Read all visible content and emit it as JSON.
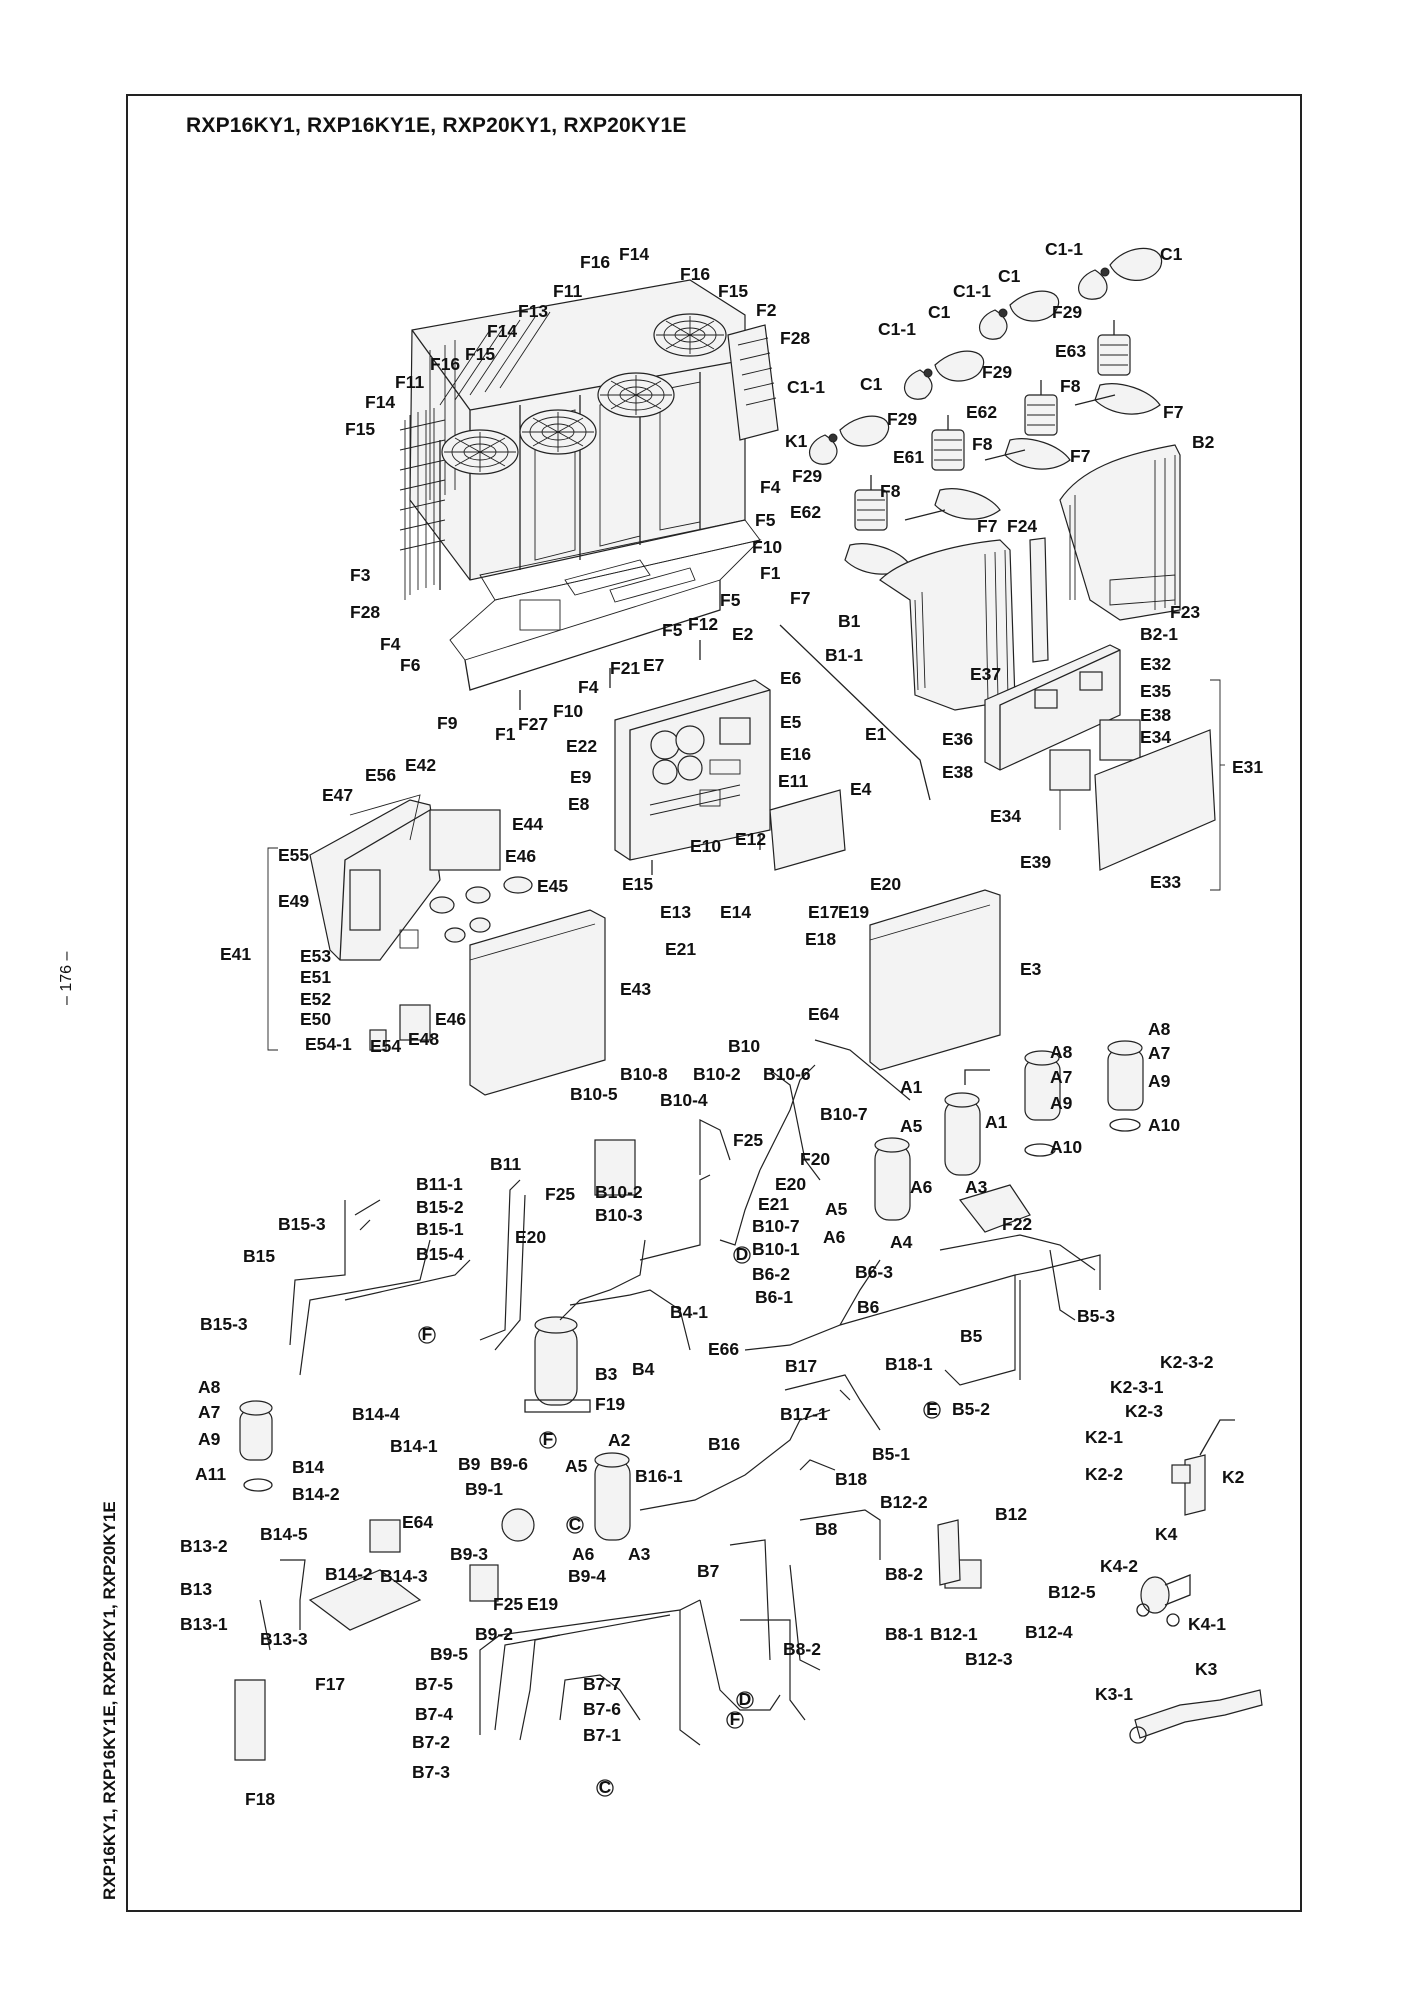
{
  "title": "RXP16KY1, RXP16KY1E, RXP20KY1, RXP20KY1E",
  "page_number": "– 176 –",
  "side_label": "RXP16KY1, RXP16KY1E, RXP20KY1, RXP20KY1E",
  "part_labels": {
    "C1-1_a": "C1-1",
    "C1_a": "C1",
    "C1-1_b": "C1-1",
    "C1_b": "C1",
    "C1-1_c": "C1-1",
    "C1_c": "C1",
    "C1-1_d": "C1-1",
    "C1_d": "C1",
    "F29_a": "F29",
    "E63": "E63",
    "F29_b": "F29",
    "F8_a": "F8",
    "F7_a": "F7",
    "F29_c": "F29",
    "E62_a": "E62",
    "E61": "E61",
    "F8_b": "F8",
    "F7_b": "F7",
    "B2": "B2",
    "F29_d": "F29",
    "E62_b": "E62",
    "F8_c": "F8",
    "F7_c": "F7",
    "F24": "F24",
    "F7_d": "F7",
    "F23": "F23",
    "B2-1": "B2-1",
    "B1": "B1",
    "B1-1": "B1-1",
    "F16_a": "F16",
    "F14_a": "F14",
    "F16_b": "F16",
    "F11_a": "F11",
    "F15_a": "F15",
    "F2": "F2",
    "F13": "F13",
    "F14_b": "F14",
    "F16_c": "F16",
    "F15_b": "F15",
    "F28_a": "F28",
    "F11_b": "F11",
    "F14_c": "F14",
    "F15_c": "F15",
    "K1": "K1",
    "F4_a": "F4",
    "F5_a": "F5",
    "F10_a": "F10",
    "F1_a": "F1",
    "F3": "F3",
    "F28_b": "F28",
    "F5_b": "F5",
    "F12": "F12",
    "F5_c": "F5",
    "F4_b": "F4",
    "F6": "F6",
    "F21": "F21",
    "F4_c": "F4",
    "F10_b": "F10",
    "F27": "F27",
    "F9": "F9",
    "F1_b": "F1",
    "E2": "E2",
    "E7": "E7",
    "E6": "E6",
    "E5": "E5",
    "E22": "E22",
    "E16": "E16",
    "E9": "E9",
    "E11": "E11",
    "E8": "E8",
    "E4": "E4",
    "E10": "E10",
    "E12": "E12",
    "E1": "E1",
    "E15": "E15",
    "E20_a": "E20",
    "E13": "E13",
    "E14": "E14",
    "E17": "E17",
    "E19_a": "E19",
    "E18": "E18",
    "E21_a": "E21",
    "E37": "E37",
    "E32": "E32",
    "E35": "E35",
    "E38_a": "E38",
    "E36": "E36",
    "E34_a": "E34",
    "E38_b": "E38",
    "E31": "E31",
    "E34_b": "E34",
    "E39": "E39",
    "E33": "E33",
    "E42": "E42",
    "E56": "E56",
    "E47": "E47",
    "E44": "E44",
    "E55": "E55",
    "E46_a": "E46",
    "E45": "E45",
    "E49": "E49",
    "E41": "E41",
    "E53": "E53",
    "E51": "E51",
    "E52": "E52",
    "E50": "E50",
    "E46_b": "E46",
    "E54-1": "E54-1",
    "E54": "E54",
    "E48": "E48",
    "E43": "E43",
    "E3": "E3",
    "E64_a": "E64",
    "B10": "B10",
    "B10-8": "B10-8",
    "B10-2_a": "B10-2",
    "B10-6": "B10-6",
    "B10-5": "B10-5",
    "B10-4": "B10-4",
    "A1_a": "A1",
    "B10-7_a": "B10-7",
    "A5_a": "A5",
    "A1_b": "A1",
    "F25_a": "F25",
    "B10-2_b": "B10-2",
    "E20_b": "E20",
    "F20": "F20",
    "E21_b": "E21",
    "A6_a": "A6",
    "A3_a": "A3",
    "B10-3": "B10-3",
    "A5_b": "A5",
    "B10-7_b": "B10-7",
    "A6_b": "A6",
    "A4": "A4",
    "F22": "F22",
    "B10-1": "B10-1",
    "B6-2": "B6-2",
    "B6-3": "B6-3",
    "B6-1": "B6-1",
    "B6": "B6",
    "A8_a": "A8",
    "A8_b": "A8",
    "A7_a": "A7",
    "A7_b": "A7",
    "A9_a": "A9",
    "A9_b": "A9",
    "A10_a": "A10",
    "A10_b": "A10",
    "B5-3": "B5-3",
    "B5": "B5",
    "B11": "B11",
    "B11-1": "B11-1",
    "B15-2": "B15-2",
    "F25_b": "F25",
    "B15-3_a": "B15-3",
    "B15-1": "B15-1",
    "E20_c": "E20",
    "B15": "B15",
    "B15-4": "B15-4",
    "B4-1": "B4-1",
    "B15-3_b": "B15-3",
    "E66": "E66",
    "B4": "B4",
    "B3": "B3",
    "F19": "F19",
    "B17": "B17",
    "B18-1": "B18-1",
    "B17-1": "B17-1",
    "B5-2": "B5-2",
    "B5-1": "B5-1",
    "B16": "B16",
    "B18": "B18",
    "A2": "A2",
    "B16-1": "B16-1",
    "K2-3-2": "K2-3-2",
    "K2-3-1": "K2-3-1",
    "K2-3": "K2-3",
    "K2-1": "K2-1",
    "K2-2": "K2-2",
    "K2": "K2",
    "A8_c": "A8",
    "A7_c": "A7",
    "A9_c": "A9",
    "A11": "A11",
    "B14-4": "B14-4",
    "B14-1": "B14-1",
    "B14": "B14",
    "B9": "B9",
    "B9-6": "B9-6",
    "A5_c": "A5",
    "B14-2_a": "B14-2",
    "B9-1": "B9-1",
    "E64_b": "E64",
    "B14-5": "B14-5",
    "B13-2": "B13-2",
    "B14-2_b": "B14-2",
    "B14-3": "B14-3",
    "B9-3": "B9-3",
    "A6_c": "A6",
    "A3_b": "A3",
    "B9-4": "B9-4",
    "B13": "B13",
    "F25_c": "F25",
    "E19_b": "E19",
    "B13-1": "B13-1",
    "B13-3": "B13-3",
    "B9-2": "B9-2",
    "B9-5": "B9-5",
    "F17": "F17",
    "F18": "F18",
    "B8": "B8",
    "B12-2": "B12-2",
    "B12": "B12",
    "B8-2_a": "B8-2",
    "B7": "B7",
    "B12-5": "B12-5",
    "B8-1": "B8-1",
    "B12-1": "B12-1",
    "B12-4": "B12-4",
    "B12-3": "B12-3",
    "B8-2_b": "B8-2",
    "K4": "K4",
    "K4-2": "K4-2",
    "K4-1": "K4-1",
    "K3": "K3",
    "K3-1": "K3-1",
    "B7-5": "B7-5",
    "B7-7": "B7-7",
    "B7-4": "B7-4",
    "B7-6": "B7-6",
    "B7-2": "B7-2",
    "B7-1": "B7-1",
    "B7-3": "B7-3"
  },
  "connection_markers": {
    "m1": "D",
    "m2": "F",
    "m3": "F",
    "m4": "C",
    "m5": "E",
    "m6": "D",
    "m7": "F",
    "m8": "C"
  }
}
